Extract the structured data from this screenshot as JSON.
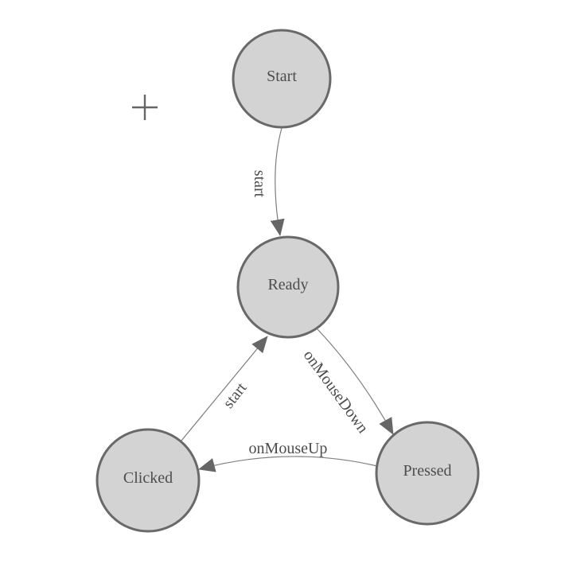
{
  "palette": {
    "background": "#ffffff",
    "node_fill": "#d3d3d3",
    "node_stroke": "#696969",
    "edge_stroke": "#7d7d7d",
    "arrow_fill": "#666666",
    "label_color": "#4d4d4d",
    "plus_color": "#666666"
  },
  "diagram": {
    "type": "state-machine",
    "nodes": [
      {
        "id": "start",
        "label": "Start"
      },
      {
        "id": "ready",
        "label": "Ready"
      },
      {
        "id": "clicked",
        "label": "Clicked"
      },
      {
        "id": "pressed",
        "label": "Pressed"
      }
    ],
    "edges": [
      {
        "from": "start",
        "to": "ready",
        "label": "start"
      },
      {
        "from": "ready",
        "to": "pressed",
        "label": "onMouseDown"
      },
      {
        "from": "pressed",
        "to": "clicked",
        "label": "onMouseUp"
      },
      {
        "from": "clicked",
        "to": "ready",
        "label": "start"
      }
    ],
    "icons": {
      "plus": "crosshair-plus"
    }
  }
}
